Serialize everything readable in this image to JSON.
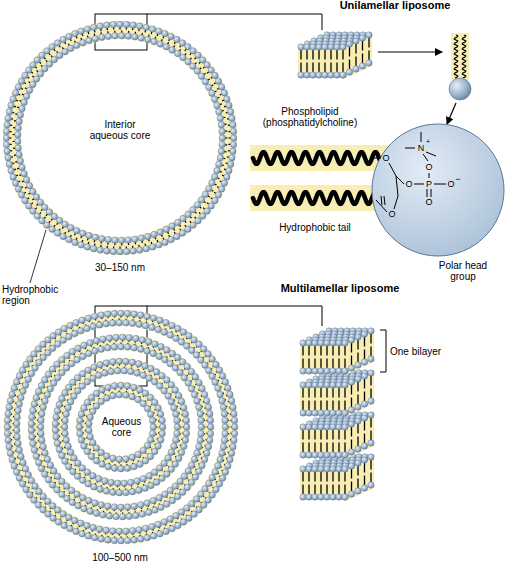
{
  "diagram": {
    "nodes": [
      {
        "text": [
          "Interior aqueous core"
        ]
      },
      {
        "text": [
          "Aqueous core"
        ]
      }
    ],
    "labels": [
      "Unilamellar liposome",
      "30–150 nm",
      "Phospholipid (phosphatidylcholine)",
      "Hydrophobic tail",
      "Polar head group",
      "Hydrophobic region",
      "Multilamellar liposome",
      "One bilayer",
      "100–500 nm",
      "N",
      "+",
      "O",
      "O",
      "P",
      "O",
      "−",
      "O",
      "O",
      "O"
    ]
  }
}
